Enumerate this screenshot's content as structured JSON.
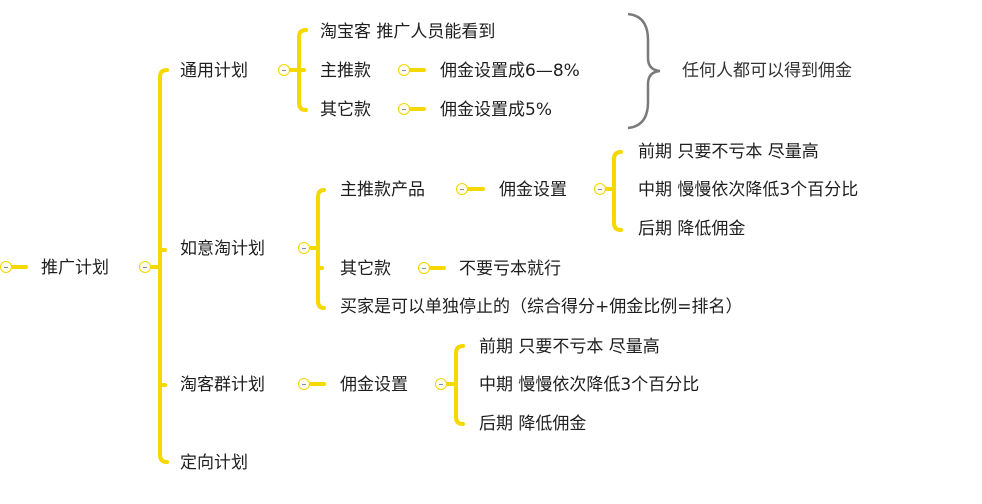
{
  "diagram": {
    "type": "mind-map",
    "line_color": "#F5D800",
    "brace_color": "#7a7a7a",
    "root": "推广计划",
    "branches": [
      {
        "label": "通用计划",
        "children": [
          {
            "label": "淘宝客  推广人员能看到"
          },
          {
            "label": "主推款",
            "detail": "佣金设置成6—8%"
          },
          {
            "label": "其它款",
            "detail": "佣金设置成5%"
          }
        ],
        "summary": "任何人都可以得到佣金"
      },
      {
        "label": "如意淘计划",
        "children": [
          {
            "label": "主推款产品",
            "detail": "佣金设置",
            "stages": [
              "前期 只要不亏本 尽量高",
              "中期 慢慢依次降低3个百分比",
              "后期 降低佣金"
            ]
          },
          {
            "label": "其它款",
            "detail": "不要亏本就行"
          },
          {
            "label": "买家是可以单独停止的（综合得分+佣金比例=排名）"
          }
        ]
      },
      {
        "label": "淘客群计划",
        "detail": "佣金设置",
        "stages": [
          "前期 只要不亏本 尽量高",
          "中期 慢慢依次降低3个百分比",
          "后期 降低佣金"
        ]
      },
      {
        "label": "定向计划"
      }
    ]
  }
}
